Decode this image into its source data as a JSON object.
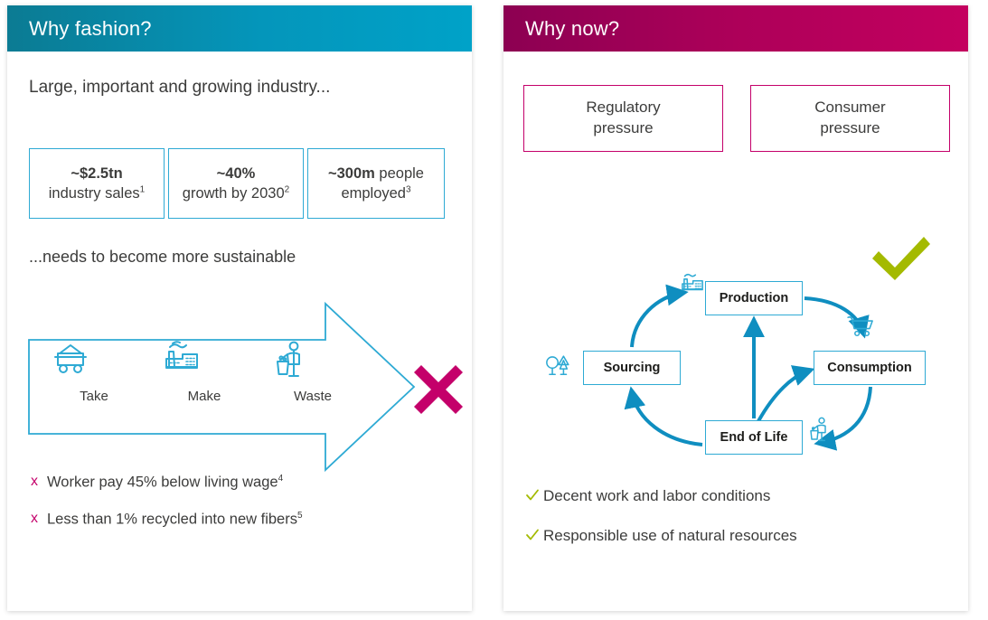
{
  "left_panel": {
    "title": "Why fashion?",
    "header_gradient_from": "#0b7b93",
    "header_gradient_to": "#00a2c8",
    "lead_text": "Large, important and growing industry...",
    "subhead_text": "...needs to become more sustainable",
    "accent_color": "#2eaad4",
    "stats": [
      {
        "value": "~$2.5tn",
        "label": "industry sales",
        "footnote": "1"
      },
      {
        "value": "~40%",
        "label": "growth by 2030",
        "footnote": "2"
      },
      {
        "value": "~300m",
        "value_suffix": " people",
        "label": "employed",
        "footnote": "3"
      }
    ],
    "flow": {
      "steps": [
        {
          "label": "Take",
          "icon": "mining-cart-icon"
        },
        {
          "label": "Make",
          "icon": "factory-icon"
        },
        {
          "label": "Waste",
          "icon": "person-throwing-trash-icon"
        }
      ],
      "verdict_icon": "cross-icon",
      "verdict_color": "#c4006a"
    },
    "bullets": [
      {
        "mark": "x",
        "text": "Worker pay 45% below living wage",
        "footnote": "4"
      },
      {
        "mark": "x",
        "text": "Less than 1% recycled into new fibers",
        "footnote": "5"
      }
    ]
  },
  "right_panel": {
    "title": "Why now?",
    "header_gradient_from": "#8c0052",
    "header_gradient_to": "#c4005f",
    "accent_color": "#c4006a",
    "pressure_boxes": [
      {
        "line1": "Regulatory",
        "line2": "pressure"
      },
      {
        "line1": "Consumer",
        "line2": "pressure"
      }
    ],
    "cycle": {
      "nodes": [
        {
          "id": "production",
          "label": "Production",
          "icon": "factory-icon"
        },
        {
          "id": "sourcing",
          "label": "Sourcing",
          "icon": "trees-icon"
        },
        {
          "id": "consumption",
          "label": "Consumption",
          "icon": "shopping-cart-icon"
        },
        {
          "id": "end-of-life",
          "label": "End of Life",
          "icon": "person-throwing-trash-icon"
        }
      ],
      "arrows": [
        {
          "from": "sourcing",
          "to": "production"
        },
        {
          "from": "production",
          "to": "consumption"
        },
        {
          "from": "consumption",
          "to": "end-of-life"
        },
        {
          "from": "end-of-life",
          "to": "sourcing"
        },
        {
          "from": "end-of-life",
          "to": "production"
        },
        {
          "from": "end-of-life",
          "to": "consumption"
        }
      ],
      "verdict_icon": "check-icon",
      "verdict_color": "#a4ba00",
      "line_color": "#0f8ec0"
    },
    "bullets": [
      {
        "mark": "✓",
        "text": "Decent work and labor conditions"
      },
      {
        "mark": "✓",
        "text": "Responsible use of natural resources"
      }
    ]
  }
}
